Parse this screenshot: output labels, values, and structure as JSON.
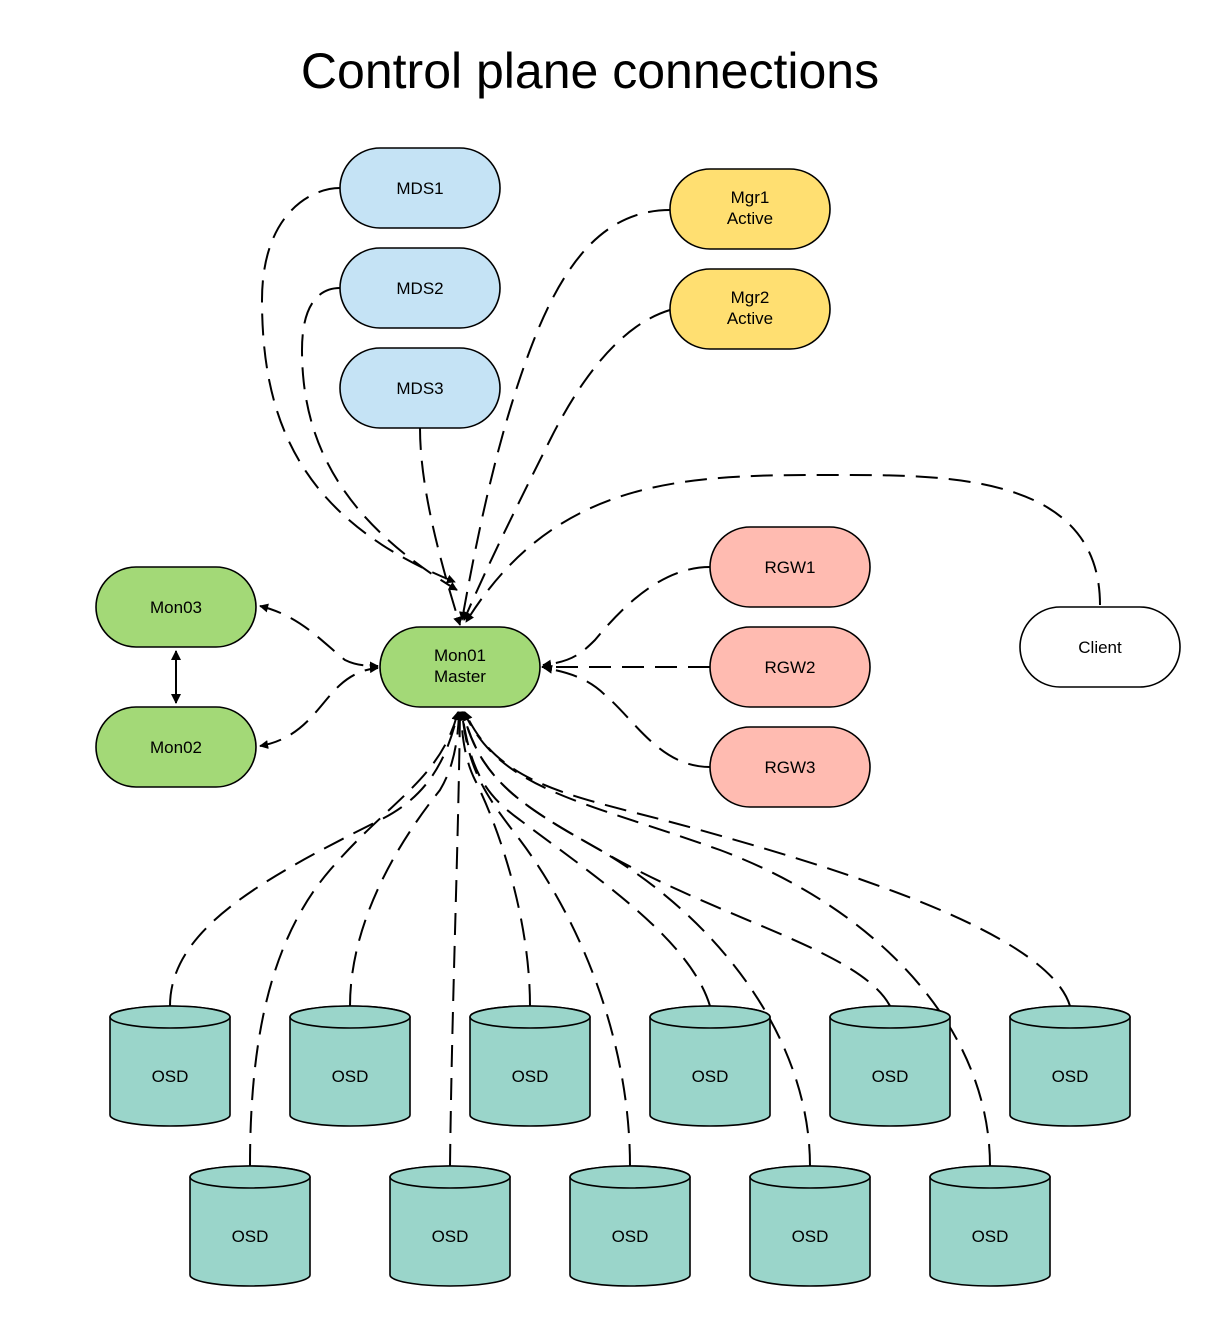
{
  "title": "Control plane connections",
  "colors": {
    "mds": "#c5e3f5",
    "mgr": "#ffdf71",
    "mon": "#a3d977",
    "rgw": "#ffbbb1",
    "client": "#ffffff",
    "osd": "#9ad5ca",
    "stroke": "#000000"
  },
  "nodes": {
    "mds1": {
      "label": "MDS1"
    },
    "mds2": {
      "label": "MDS2"
    },
    "mds3": {
      "label": "MDS3"
    },
    "mgr1": {
      "line1": "Mgr1",
      "line2": "Active"
    },
    "mgr2": {
      "line1": "Mgr2",
      "line2": "Active"
    },
    "mon01": {
      "line1": "Mon01",
      "line2": "Master"
    },
    "mon02": {
      "label": "Mon02"
    },
    "mon03": {
      "label": "Mon03"
    },
    "rgw1": {
      "label": "RGW1"
    },
    "rgw2": {
      "label": "RGW2"
    },
    "rgw3": {
      "label": "RGW3"
    },
    "client": {
      "label": "Client"
    }
  },
  "osd": {
    "top": [
      {
        "label": "OSD"
      },
      {
        "label": "OSD"
      },
      {
        "label": "OSD"
      },
      {
        "label": "OSD"
      },
      {
        "label": "OSD"
      },
      {
        "label": "OSD"
      }
    ],
    "bottom": [
      {
        "label": "OSD"
      },
      {
        "label": "OSD"
      },
      {
        "label": "OSD"
      },
      {
        "label": "OSD"
      },
      {
        "label": "OSD"
      }
    ]
  },
  "connections": [
    {
      "from": "MDS1",
      "to": "Mon01",
      "style": "dashed"
    },
    {
      "from": "MDS2",
      "to": "Mon01",
      "style": "dashed"
    },
    {
      "from": "MDS3",
      "to": "Mon01",
      "style": "dashed"
    },
    {
      "from": "Mgr1",
      "to": "Mon01",
      "style": "dashed"
    },
    {
      "from": "Mgr2",
      "to": "Mon01",
      "style": "dashed"
    },
    {
      "from": "Client",
      "to": "Mon01",
      "style": "dashed"
    },
    {
      "from": "RGW1",
      "to": "Mon01",
      "style": "dashed"
    },
    {
      "from": "RGW2",
      "to": "Mon01",
      "style": "dashed"
    },
    {
      "from": "RGW3",
      "to": "Mon01",
      "style": "dashed"
    },
    {
      "from": "Mon03",
      "to": "Mon01",
      "style": "dashed",
      "bidirectional": true
    },
    {
      "from": "Mon02",
      "to": "Mon01",
      "style": "dashed",
      "bidirectional": true
    },
    {
      "from": "Mon03",
      "to": "Mon02",
      "style": "solid",
      "bidirectional": true
    },
    {
      "from": "OSD",
      "to": "Mon01",
      "style": "dashed",
      "count": 11
    }
  ]
}
